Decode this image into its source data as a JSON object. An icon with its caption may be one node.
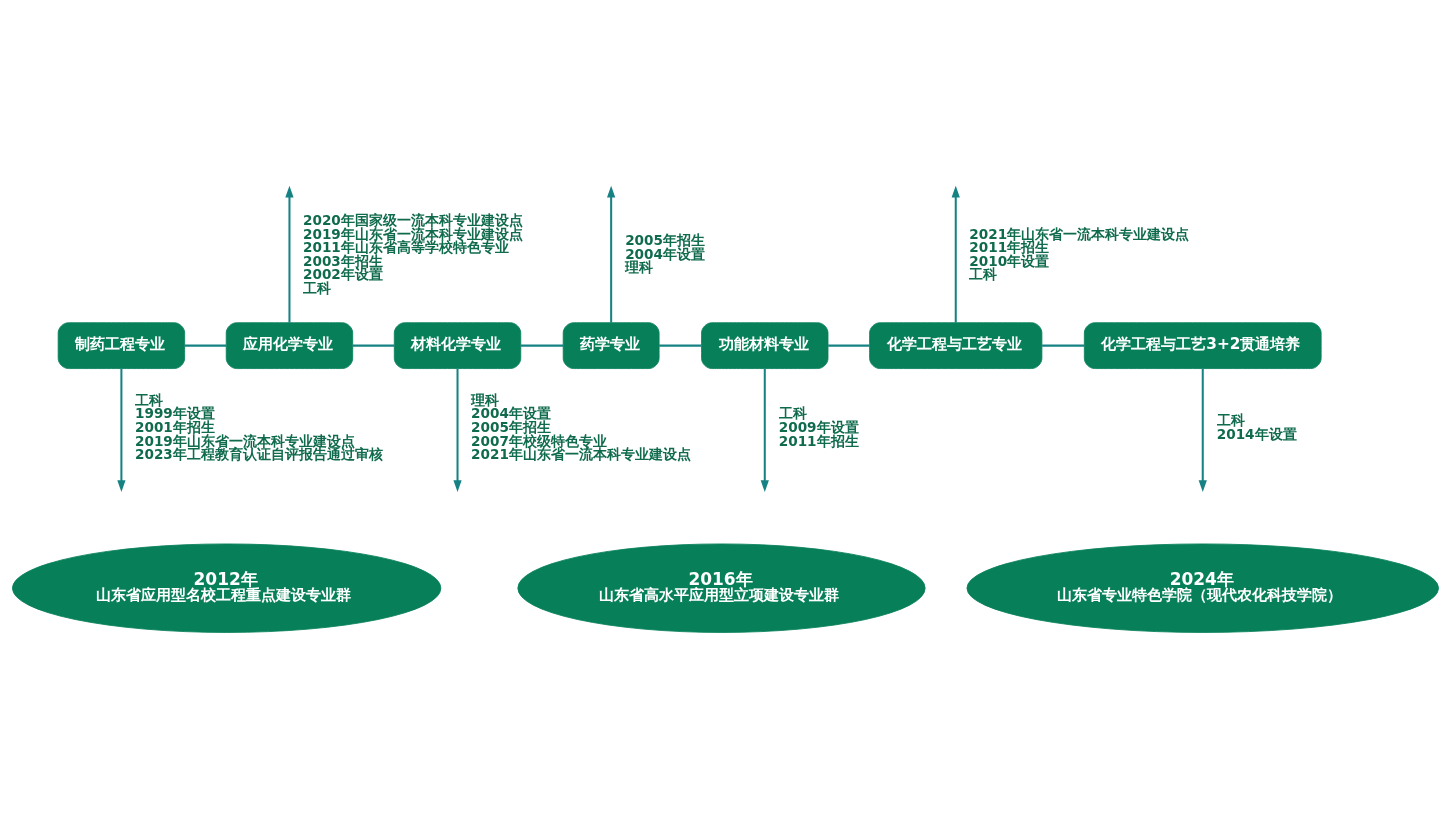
{
  "diagram": {
    "nodes": [
      {
        "text": [
          "制药工程专业"
        ],
        "beside": [
          "工科",
          "1999年设置",
          "2001年招生",
          "2019年山东省一流本科专业建设点",
          "2023年工程教育认证自评报告通过审核"
        ]
      },
      {
        "text": [
          "应用化学专业"
        ],
        "beside": [
          "2020年国家级一流本科专业建设点",
          "2019年山东省一流本科专业建设点",
          "2011年山东省高等学校特色专业",
          "2003年招生",
          "2002年设置",
          "工科"
        ]
      },
      {
        "text": [
          "材料化学专业"
        ],
        "beside": [
          "理科",
          "2004年设置",
          "2005年招生",
          "2007年校级特色专业",
          "2021年山东省一流本科专业建设点"
        ]
      },
      {
        "text": [
          "药学专业"
        ],
        "beside": [
          "2005年招生",
          "2004年设置",
          "理科"
        ]
      },
      {
        "text": [
          "功能材料专业"
        ],
        "beside": [
          "工科",
          "2009年设置",
          "2011年招生"
        ]
      },
      {
        "text": [
          "化学工程与工艺专业"
        ],
        "beside": [
          "2021年山东省一流本科专业建设点",
          "2011年招生",
          "2010年设置",
          "工科"
        ]
      },
      {
        "text": [
          "化学工程与工艺3+2贯通培养"
        ],
        "beside": [
          "工科",
          "2014年设置"
        ]
      },
      {
        "text": [
          "2012年",
          "山东省应用型名校工程重点建设专业群"
        ]
      },
      {
        "text": [
          "2016年",
          "山东省高水平应用型立项建设专业群"
        ]
      },
      {
        "text": [
          "2024年",
          "山东省专业特色学院（现代农化科技学院）"
        ]
      }
    ],
    "edges": [
      {
        "from": 0,
        "to": 1,
        "arrow": "none"
      },
      {
        "from": 1,
        "to": 2,
        "arrow": "none"
      },
      {
        "from": 2,
        "to": 3,
        "arrow": "none"
      },
      {
        "from": 3,
        "to": 4,
        "arrow": "none"
      },
      {
        "from": 4,
        "to": 5,
        "arrow": "none"
      },
      {
        "from": 5,
        "to": 6,
        "arrow": "none"
      },
      {
        "from": 0,
        "to": null,
        "arrow": "to"
      },
      {
        "from": 1,
        "to": null,
        "arrow": "to"
      },
      {
        "from": 2,
        "to": null,
        "arrow": "to"
      },
      {
        "from": 3,
        "to": null,
        "arrow": "to"
      },
      {
        "from": 4,
        "to": null,
        "arrow": "to"
      },
      {
        "from": 5,
        "to": null,
        "arrow": "to"
      },
      {
        "from": 6,
        "to": null,
        "arrow": "to"
      }
    ]
  }
}
